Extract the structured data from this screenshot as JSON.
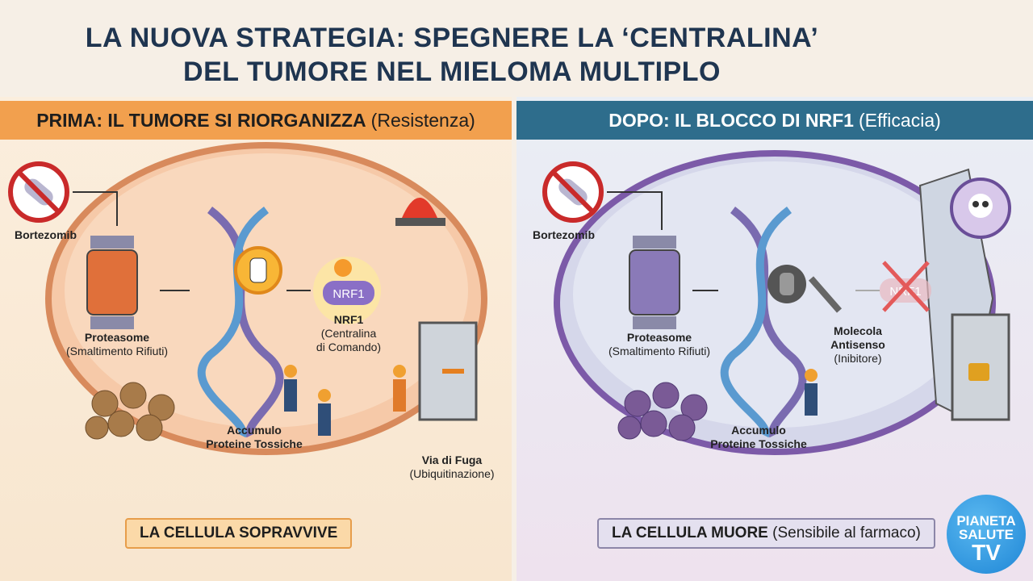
{
  "title": {
    "line1": "LA NUOVA STRATEGIA: SPEGNERE LA ‘CENTRALINA’",
    "line2": "DEL TUMORE NEL MIELOMA MULTIPLO"
  },
  "left": {
    "header": "PRIMA: IL TUMORE SI RIORGANIZZA",
    "header_paren": "(Resistenza)",
    "drug": "Bortezomib",
    "proteasome": "Proteasome",
    "proteasome_sub": "(Smaltimento Rifiuti)",
    "nrf1_badge": "NRF1",
    "nrf1": "NRF1",
    "nrf1_sub1": "(Centralina",
    "nrf1_sub2": "di Comando)",
    "accumulo1": "Accumulo",
    "accumulo2": "Proteine Tossiche",
    "escape": "Via di Fuga",
    "escape_sub": "(Ubiquitinazione)",
    "result": "LA CELLULA SOPRAVVIVE"
  },
  "right": {
    "header": "DOPO: IL BLOCCO DI NRF1",
    "header_paren": "(Efficacia)",
    "drug": "Bortezomib",
    "proteasome": "Proteasome",
    "proteasome_sub": "(Smaltimento Rifiuti)",
    "nrf1_badge": "NRF1",
    "molecule1": "Molecola",
    "molecule2": "Antisenso",
    "molecule_sub": "(Inibitore)",
    "accumulo1": "Accumulo",
    "accumulo2": "Proteine Tossiche",
    "result": "LA CELLULA MUORE",
    "result_paren": "(Sensibile al farmaco)"
  },
  "logo": {
    "line1": "PIANETA",
    "line2": "SALUTE",
    "line3": "TV"
  },
  "colors": {
    "orange": "#f2a04e",
    "blue": "#2e6d8c",
    "title": "#1f3550"
  }
}
